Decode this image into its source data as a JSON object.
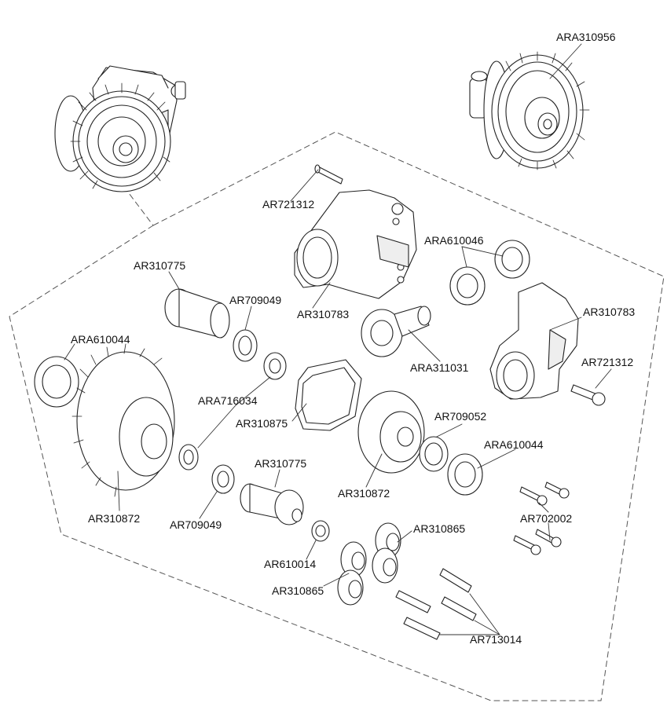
{
  "labels": {
    "ara310956": "ARA310956",
    "ar721312_top": "AR721312",
    "ara610046": "ARA610046",
    "ar310775_top": "AR310775",
    "ar709049_top": "AR709049",
    "ar310783_left": "AR310783",
    "ar310783_right": "AR310783",
    "ara610044_left": "ARA610044",
    "ara311031": "ARA311031",
    "ar721312_right": "AR721312",
    "ara716034": "ARA716034",
    "ar310875": "AR310875",
    "ar709052": "AR709052",
    "ara610044_right": "ARA610044",
    "ar310775_bottom": "AR310775",
    "ar310872_right": "AR310872",
    "ar310872_left": "AR310872",
    "ar709049_bottom": "AR709049",
    "ar702002": "AR702002",
    "ar310865_right": "AR310865",
    "ar610014": "AR610014",
    "ar310865_left": "AR310865",
    "ar713014": "AR713014"
  },
  "colors": {
    "line": "#222222",
    "dash": "#555555",
    "fill": "#ffffff",
    "shade": "#e6e6e6"
  }
}
